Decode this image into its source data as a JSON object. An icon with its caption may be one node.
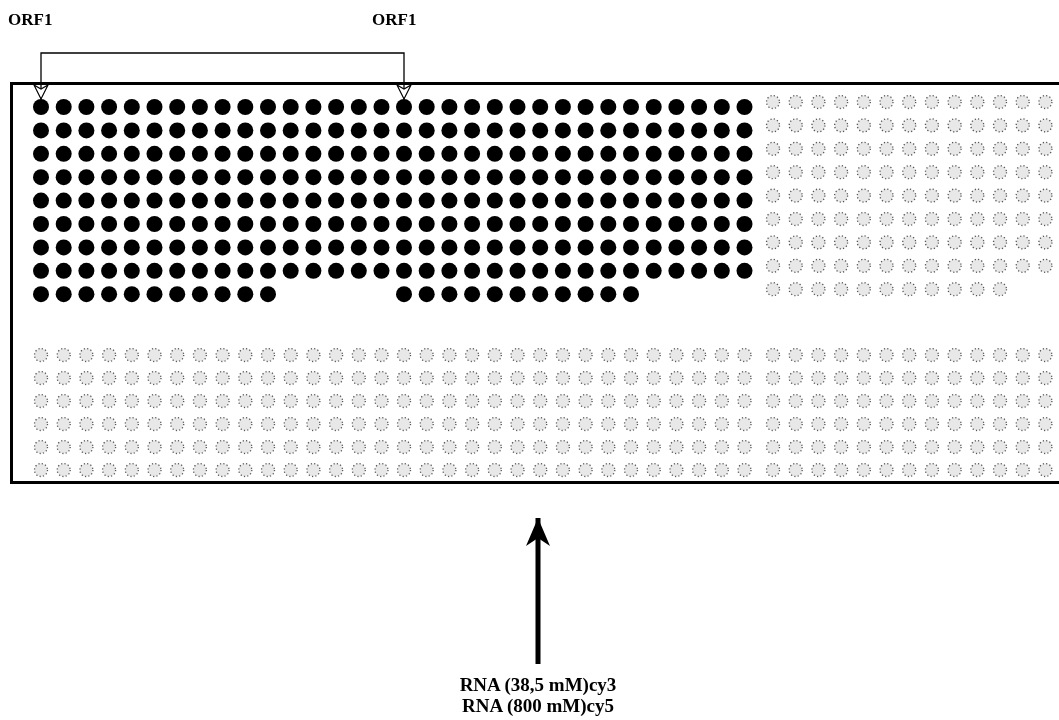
{
  "diagram": {
    "nodes": [
      {
        "text": [],
        "shape": "box"
      },
      {
        "text": [],
        "shape": "circle",
        "in": 0
      },
      {
        "text": [],
        "shape": "circle",
        "in": 0
      },
      {
        "text": [
          "RNA (38,5 mM)cy3",
          "RNA (800 mM)cy5"
        ]
      }
    ],
    "edges": [
      {
        "from": 1,
        "to": 2,
        "arrow": "both"
      },
      {
        "from": 3,
        "to": 0,
        "arrow": "to",
        "style": "thick"
      }
    ],
    "labels": [
      "ORF1",
      "ORF1"
    ]
  }
}
